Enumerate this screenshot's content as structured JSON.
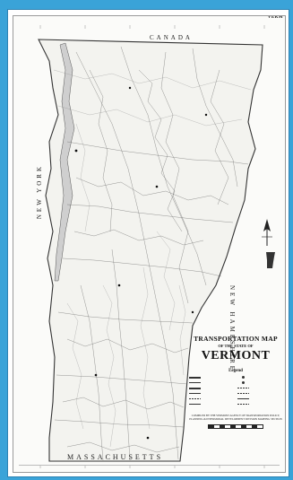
{
  "map": {
    "corner_title": "VERM",
    "neighbors": {
      "north": "CANADA",
      "west": "NEW YORK",
      "east": "NEW HAMPSHIRE",
      "south": "MASSACHUSETTS"
    },
    "title_line1": "TRANSPORTATION MAP",
    "title_line2": "OF THE STATE OF",
    "title_line3": "VERMONT",
    "legend_title": "Legend",
    "credits": "COMPILED BY THE VERMONT AGENCY OF TRANSPORTATION POLICY, PLANNING & INTERMODAL DEVELOPMENT DIVISION MAPPING SECTION",
    "compass_icon": "north-arrow-icon",
    "inset_icon": "vermont-outline-icon",
    "colors": {
      "background": "#3aa3d8",
      "paper": "#fbfbf9",
      "ink": "#222222"
    }
  }
}
